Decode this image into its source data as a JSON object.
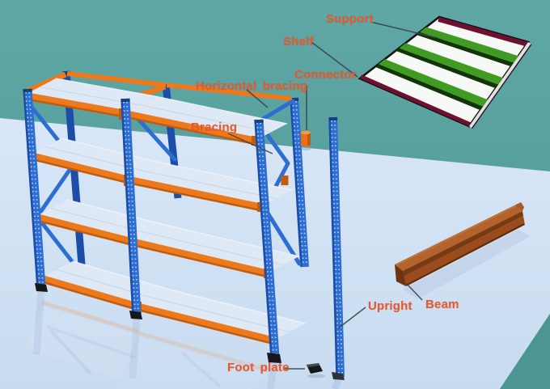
{
  "scene": {
    "colors": {
      "teal_top": "#5fa8a6",
      "teal_bottom": "#4f9694",
      "teal_corner": "#4d9593",
      "floor_top": "#d8e7f7",
      "floor_bottom": "#c8dbf0",
      "rack_blue": "#2e6ed2",
      "rack_blue_dark": "#1c4da8",
      "rack_orange": "#ec7a1c",
      "rack_orange_dark": "#c05c0e",
      "panel_gray": "#dfe9f6",
      "panel_white": "#f7f9f6",
      "stripe_green": "#3f9b21",
      "stripe_shadow": "#123508",
      "edge_maroon": "#701030",
      "beam_top": "#b4632c",
      "beam_face": "#9a4c1e",
      "beam_dark": "#6e3310",
      "label_orange": "#e8582a",
      "leader_dark": "#36454d",
      "foot_black": "#16171b",
      "hole_dots": "#c8defa"
    }
  },
  "callouts": {
    "support": {
      "label": "Support"
    },
    "shelf": {
      "label": "Shelf"
    },
    "connector": {
      "label": "Connector"
    },
    "horizontal_bracing": {
      "label": "Horizontal bracing"
    },
    "bracing": {
      "label": "Bracing"
    },
    "upright": {
      "label": "Upright"
    },
    "beam": {
      "label": "Beam"
    },
    "foot_plate": {
      "label": "Foot plate"
    }
  }
}
